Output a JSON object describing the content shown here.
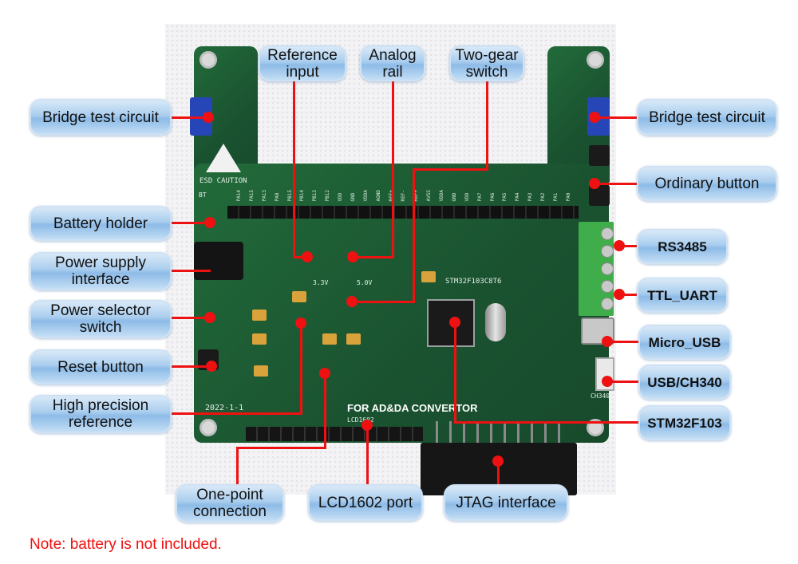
{
  "title": "STM32F103 AD&DA converter development board - labeled features",
  "board": {
    "silkscreen_title": "FOR AD&DA CONVERTOR",
    "mcu_marking": "STM32F103C8T6",
    "esd_label": "ESD CAUTION",
    "date_code": "2022-1-1",
    "lcd_label": "LCD1602",
    "bt_label": "BT",
    "switch_labels": [
      "3.3V",
      "5.0V"
    ],
    "ch340_label": "CH340",
    "header_pins": [
      "PA14",
      "PA15",
      "PA13",
      "PA8",
      "PB15",
      "PB14",
      "PB13",
      "PB12",
      "VDD",
      "GND",
      "VDDA",
      "AGND",
      "REF+",
      "REF-",
      "REF+",
      "AVSS",
      "VDDA",
      "GND",
      "VDD",
      "PA7",
      "PA6",
      "PA5",
      "PA4",
      "PA3",
      "PA2",
      "PA1",
      "PA0"
    ]
  },
  "callouts": {
    "left": [
      {
        "id": "bridge-test-circuit-left",
        "label": "Bridge test circuit"
      },
      {
        "id": "battery-holder",
        "label": "Battery holder"
      },
      {
        "id": "power-supply-interface",
        "label": "Power supply\ninterface"
      },
      {
        "id": "power-selector-switch",
        "label": "Power selector\nswitch"
      },
      {
        "id": "reset-button",
        "label": "Reset button"
      },
      {
        "id": "high-precision-reference",
        "label": "High precision\nreference"
      }
    ],
    "top": [
      {
        "id": "reference-input",
        "label": "Reference\ninput"
      },
      {
        "id": "analog-rail",
        "label": "Analog\nrail"
      },
      {
        "id": "two-gear-switch",
        "label": "Two-gear\nswitch"
      }
    ],
    "right": [
      {
        "id": "bridge-test-circuit-right",
        "label": "Bridge test circuit"
      },
      {
        "id": "ordinary-button",
        "label": "Ordinary button"
      },
      {
        "id": "rs3485",
        "label": "RS3485"
      },
      {
        "id": "ttl-uart",
        "label": "TTL_UART"
      },
      {
        "id": "micro-usb",
        "label": "Micro_USB"
      },
      {
        "id": "usb-ch340",
        "label": "USB/CH340"
      },
      {
        "id": "stm32f103",
        "label": "STM32F103"
      }
    ],
    "bottom": [
      {
        "id": "one-point-connection",
        "label": "One-point\nconnection"
      },
      {
        "id": "lcd1602-port",
        "label": "LCD1602 port"
      },
      {
        "id": "jtag-interface",
        "label": "JTAG interface"
      }
    ]
  },
  "note": "Note: battery is not included.",
  "colors": {
    "leader_line": "#ee1111",
    "callout_fill": "#a9cdee",
    "pcb": "#1f5c33",
    "note_text": "#ee1111"
  }
}
